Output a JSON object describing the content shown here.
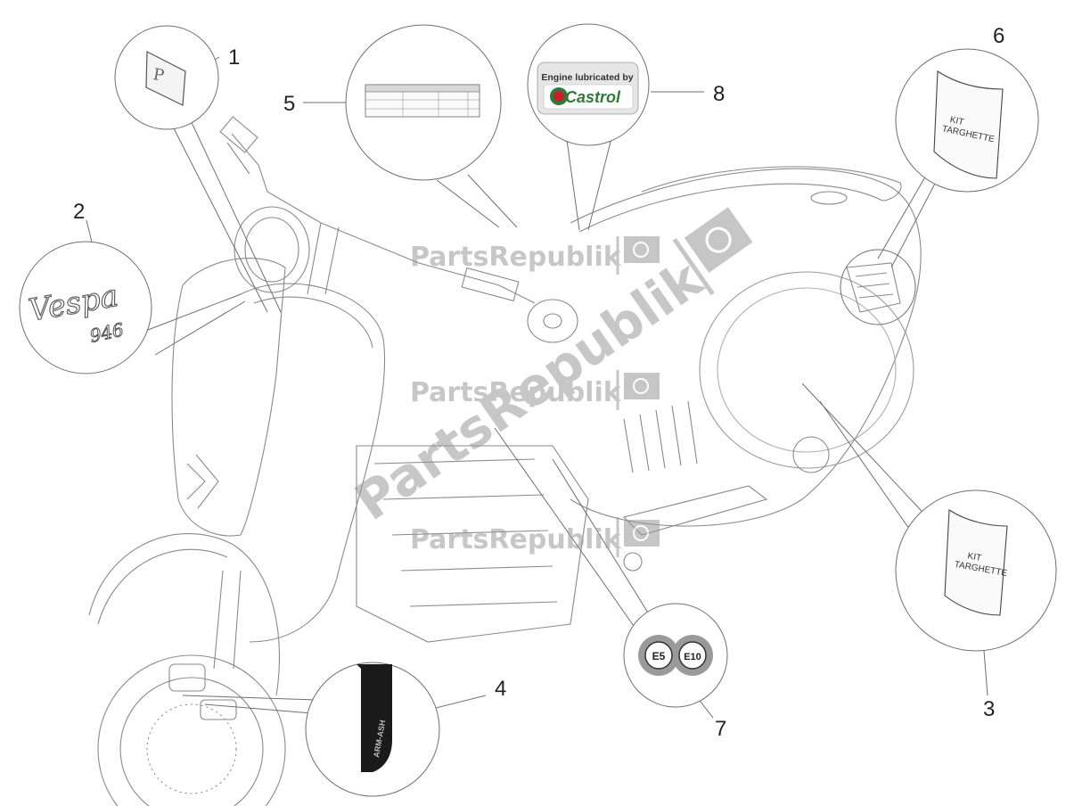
{
  "callouts": {
    "c1": "1",
    "c2": "2",
    "c3": "3",
    "c4": "4",
    "c5": "5",
    "c6": "6",
    "c7": "7",
    "c8": "8"
  },
  "watermark": {
    "text": "PartsRepublik"
  },
  "labels": {
    "castrol_top": "Engine lubricated by",
    "castrol_brand": "Castrol",
    "kit_line1": "KIT",
    "kit_line2": "TARGHETTE",
    "fuel_e5": "E5",
    "fuel_e10": "E10",
    "vespa_logo": "Vespa",
    "model_946": "946",
    "arm_ash": "ARM-ASH"
  },
  "colors": {
    "line": "#6f6f6f",
    "watermark": "#9a9a9a",
    "castrol_green": "#2f7a3a",
    "castrol_red": "#c8202a",
    "fuel_ring": "#9a9a9a"
  }
}
